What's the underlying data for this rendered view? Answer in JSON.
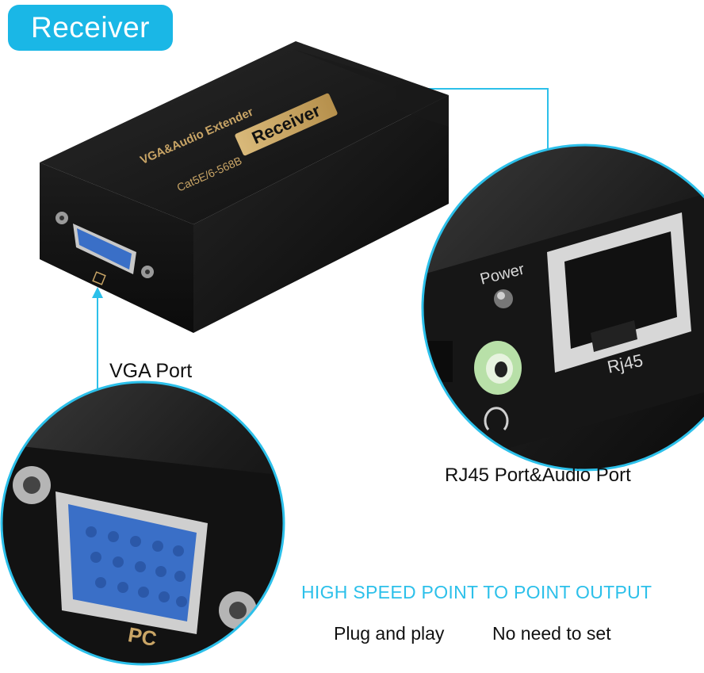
{
  "badge": {
    "label": "Receiver"
  },
  "device": {
    "top_text_1": "VGA&Audio Extender",
    "top_text_2": "Cat5E/6-568B",
    "top_label": "Receiver"
  },
  "zoom_right": {
    "power_label": "Power",
    "rj45_label": "Rj45"
  },
  "zoom_left": {
    "pc_label": "PC"
  },
  "captions": {
    "vga": "VGA Port",
    "rj45": "RJ45 Port&Audio Port"
  },
  "headline": "HIGH SPEED POINT TO POINT OUTPUT",
  "notes": {
    "plug": "Plug and play",
    "set": "No need to set"
  },
  "colors": {
    "accent": "#1ab7e6",
    "headline": "#2cc0ea",
    "device": "#161616",
    "vga_blue": "#3a6fc7",
    "audio_green": "#b8e0a8"
  }
}
